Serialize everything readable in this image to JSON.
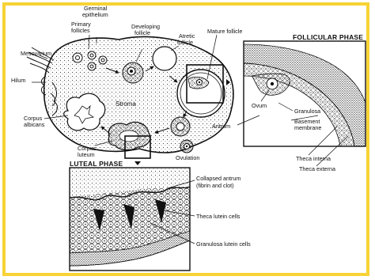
{
  "labels": {
    "mesovarium": "Mesovarium",
    "germinal_line1": "Germinal",
    "germinal_line2": "epithelium",
    "primary_line1": "Primary",
    "primary_line2": "follicles",
    "developing_line1": "Developing",
    "developing_line2": "follicle",
    "atretic_line1": "Atretic",
    "atretic_line2": "follicle",
    "mature": "Mature follicle",
    "hilum": "Hilum",
    "corpus_albicans_line1": "Corpus",
    "corpus_albicans_line2": "albicans",
    "stroma": "Stroma",
    "corpus_luteum_line1": "Corpus",
    "corpus_luteum_line2": "luteum",
    "ovulation": "Ovulation",
    "antrum": "Antrum",
    "ovum": "Ovum",
    "granulosa": "Granulosa",
    "basement_line1": "Basement",
    "basement_line2": "membrane",
    "theca_interna": "Theca interna",
    "theca_externa": "Theca externa",
    "collapsed_line1": "Collapsed antrum",
    "collapsed_line2": "(fibrin and clot)",
    "theca_lutein": "Theca lutein cells",
    "granulosa_lutein": "Granulosa lutein cells"
  },
  "follicular_title": "FOLLICULAR PHASE",
  "luteal_title": "LUTEAL PHASE",
  "frame_color": "#f7d335"
}
